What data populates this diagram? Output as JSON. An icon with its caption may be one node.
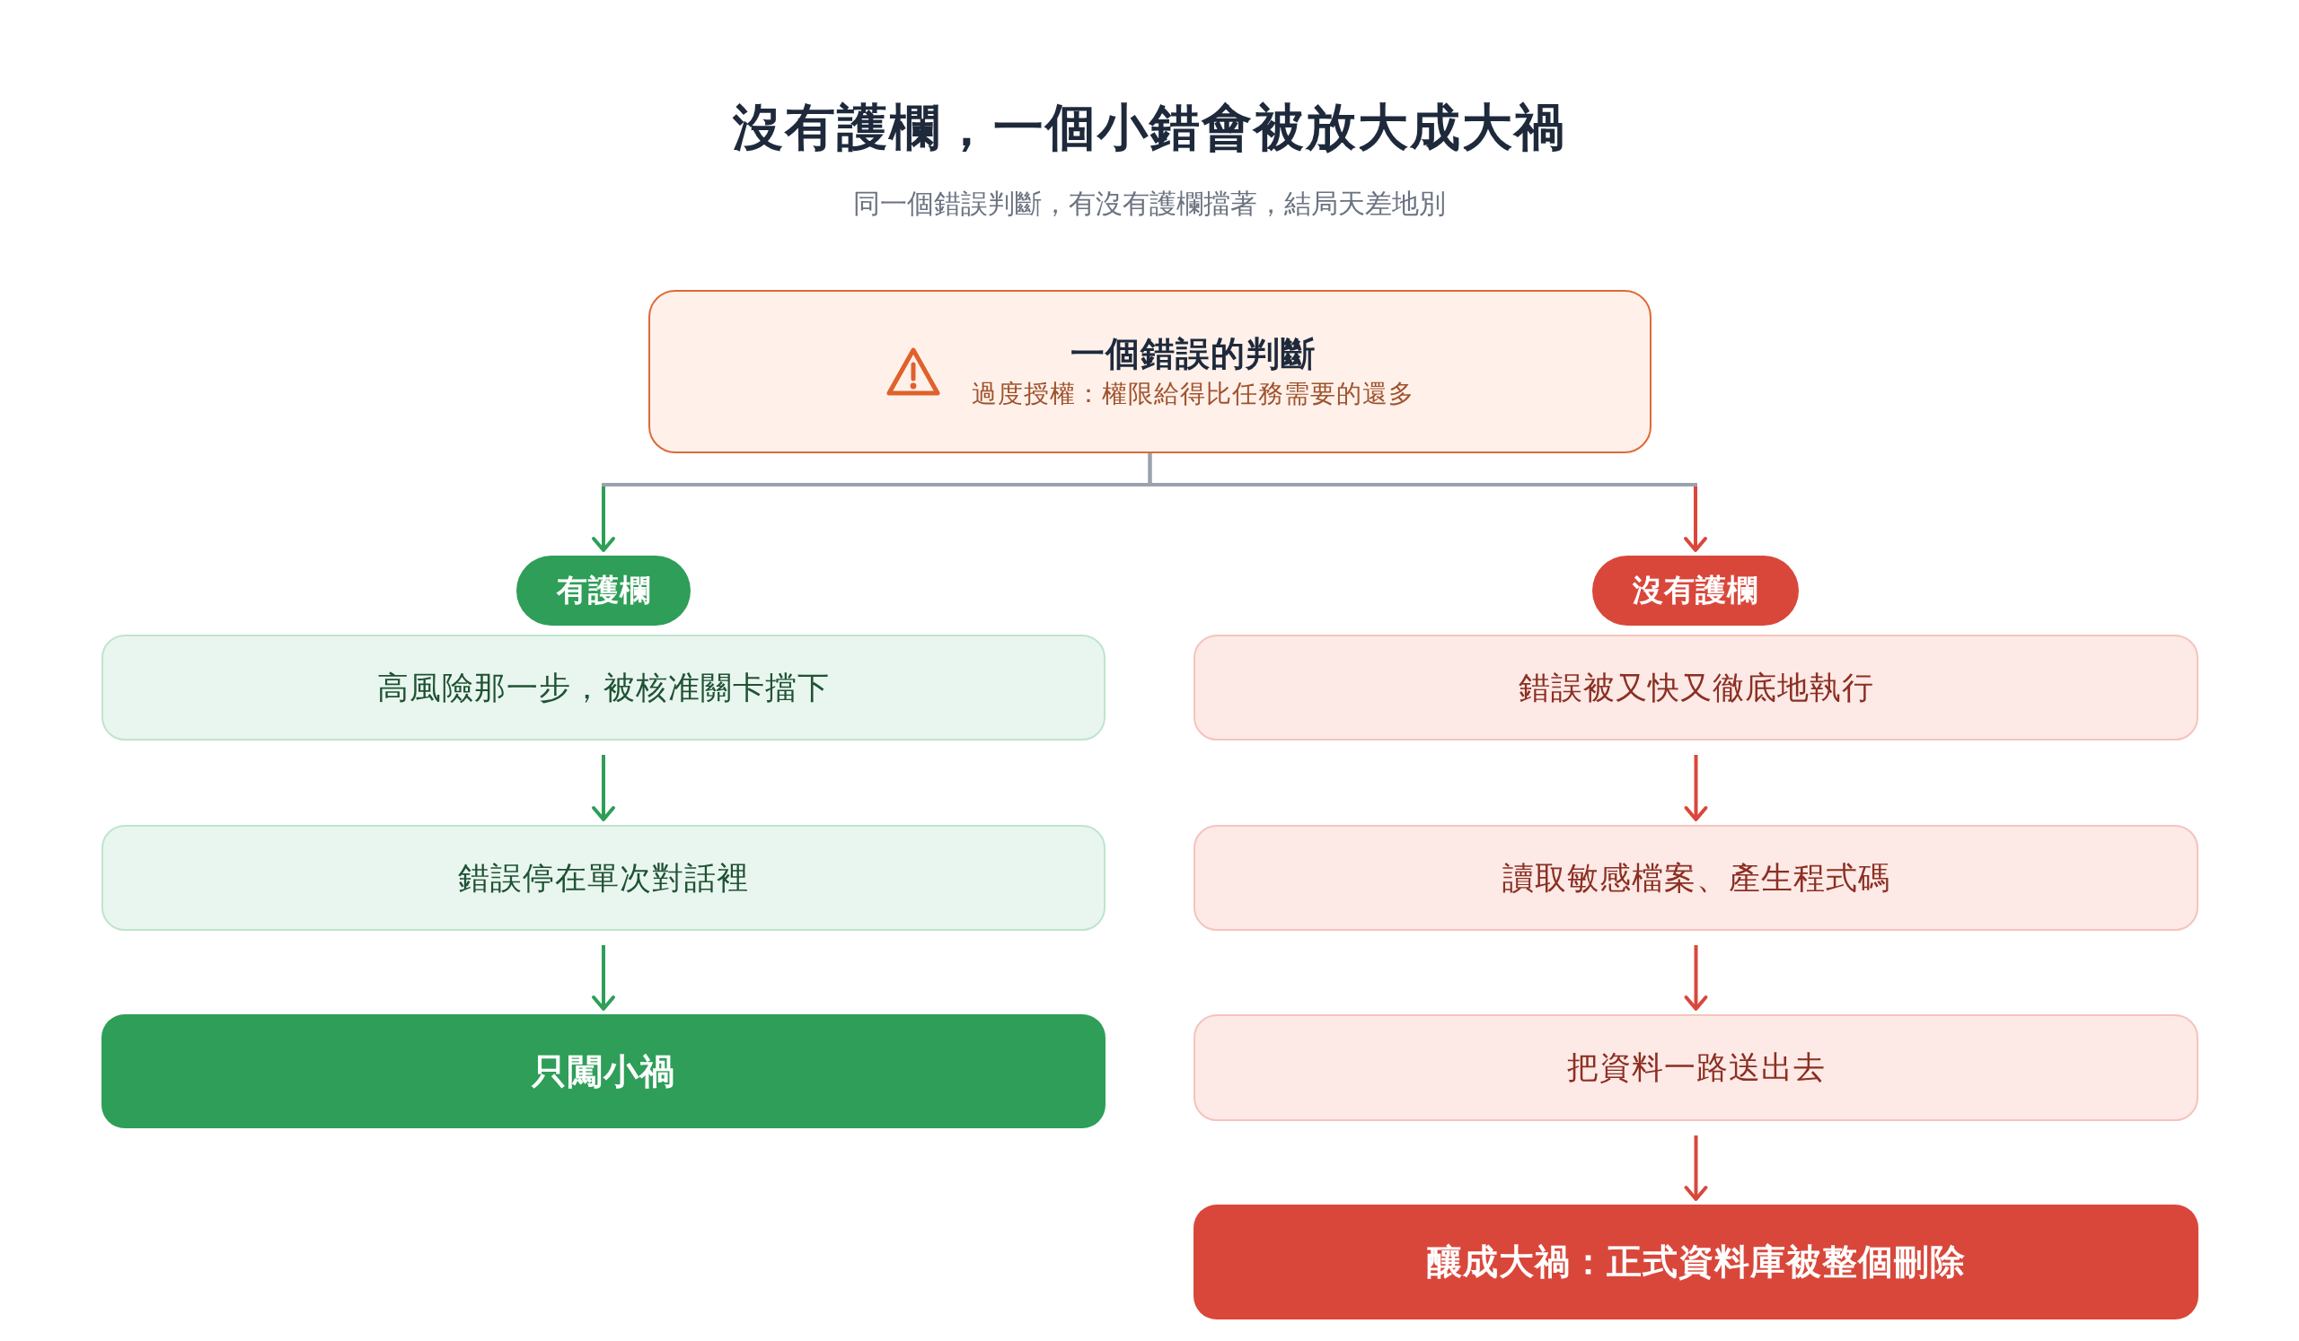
{
  "diagram": {
    "title": "沒有護欄，一個小錯會被放大成大禍",
    "nodes": [
      {
        "text": [
          "一個錯誤的判斷",
          "過度授權：權限給得比任務需要的還多"
        ]
      },
      {
        "text": [
          "有護欄"
        ]
      },
      {
        "text": [
          "高風險那一步，被核准關卡擋下"
        ]
      },
      {
        "text": [
          "錯誤停在單次對話裡"
        ]
      },
      {
        "text": [
          "只闖小禍"
        ]
      },
      {
        "text": [
          "沒有護欄"
        ]
      },
      {
        "text": [
          "錯誤被又快又徹底地執行"
        ]
      },
      {
        "text": [
          "讀取敏感檔案、產生程式碼"
        ]
      },
      {
        "text": [
          "把資料一路送出去"
        ]
      },
      {
        "text": [
          "釀成大禍：正式資料庫被整個刪除"
        ]
      }
    ],
    "edges": [
      {
        "from": 0,
        "to": 1,
        "arrow": "to",
        "color": "#2e9e58"
      },
      {
        "from": 0,
        "to": 5,
        "arrow": "to",
        "color": "#d9473b"
      },
      {
        "from": 2,
        "to": 3,
        "arrow": "to",
        "color": "#2e9e58"
      },
      {
        "from": 3,
        "to": 4,
        "arrow": "to",
        "color": "#2e9e58"
      },
      {
        "from": 6,
        "to": 7,
        "arrow": "to",
        "color": "#d9473b"
      },
      {
        "from": 7,
        "to": 8,
        "arrow": "to",
        "color": "#d9473b"
      },
      {
        "from": 8,
        "to": 9,
        "arrow": "to",
        "color": "#d9473b"
      }
    ],
    "labels": [
      "同一個錯誤判斷，有沒有護欄擋著，結局天差地別"
    ]
  }
}
